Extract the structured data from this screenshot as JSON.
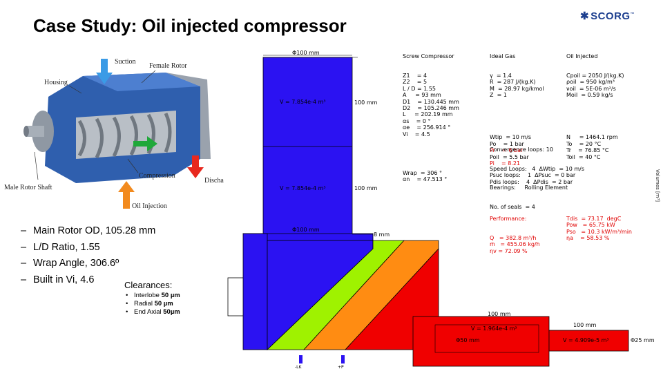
{
  "title": "Case Study: Oil injected compressor",
  "logo": {
    "text": "SCORG",
    "tm": "™"
  },
  "bullets": [
    "Main Rotor OD, 105.28 mm",
    "L/D Ratio, 1.55",
    "Wrap Angle, 306.6º",
    "Built in Vi, 4.6"
  ],
  "clearances": {
    "title": "Clearances:",
    "items": [
      {
        "label": "Interlobe ",
        "value": "50 µm"
      },
      {
        "label": "Radial    ",
        "value": "50 µm"
      },
      {
        "label": "End Axial ",
        "value": "50µm"
      }
    ]
  },
  "cad_labels": {
    "suction": "Suction",
    "female_rotor": "Female Rotor",
    "housing": "Housing",
    "compression": "Compression",
    "discharge": "Discha",
    "male_shaft": "Male Rotor Shaft",
    "oil_injection": "Oil Injection"
  },
  "diagram": {
    "dia_top": "Φ100 mm",
    "vol1": "V = 7.854e-4 m³",
    "len1": "100 mm",
    "vol2": "V = 7.854e-4 m³",
    "len2": "100 mm",
    "dia_mid": "Φ100 mm",
    "gap": "8 mm",
    "len_outlet1": "100 mm",
    "vol_outlet1": "V = 1.964e-4 m³",
    "dia_outlet1": "Φ50 mm",
    "len_outlet2": "100 mm",
    "vol_outlet2": "V = 4.909e-5 m³",
    "dia_outlet2": "Φ25 mm",
    "probe1": "-LK",
    "probe2": "+P"
  },
  "colors": {
    "blue": "#2b12f2",
    "green": "#9ff200",
    "orange": "#ff8c12",
    "red": "#f00000",
    "arrow_suction": "#3a9be6",
    "arrow_discharge": "#e8281e",
    "arrow_compression": "#1fa83a",
    "arrow_oil": "#f28a1e"
  },
  "screw": {
    "head": "Screw Compressor",
    "rows": [
      [
        "Z1",
        "= 4"
      ],
      [
        "Z2",
        "= 5"
      ],
      [
        "L / D",
        "= 1.55"
      ],
      [
        "A",
        "= 93 mm"
      ],
      [
        "D1",
        "= 130.445 mm"
      ],
      [
        "D2",
        "= 105.246 mm"
      ],
      [
        "L",
        "= 202.19 mm"
      ],
      [
        "αs",
        "= 0 °"
      ],
      [
        "αe",
        "= 256.914 °"
      ],
      [
        "Vi",
        "= 4.5"
      ]
    ],
    "wrap_rows": [
      [
        "Wrap",
        "= 306 °"
      ],
      [
        "αn",
        "= 47.513 °"
      ]
    ]
  },
  "ideal_gas": {
    "head": "Ideal Gas",
    "rows": [
      [
        "γ",
        "= 1.4"
      ],
      [
        "R",
        "= 287 J/(kg.K)"
      ],
      [
        "M",
        "= 28.97 kg/kmol"
      ],
      [
        "Z",
        "= 1"
      ]
    ],
    "rows2": [
      [
        "Wtip",
        "= 10 m/s"
      ],
      [
        "Po",
        "= 1 bar"
      ],
      [
        "Pr",
        "= 6 bar"
      ],
      [
        "Poil",
        "= 5.5 bar"
      ],
      [
        "Pi",
        "= 8.21"
      ]
    ]
  },
  "oil": {
    "head": "Oil Injected",
    "rows": [
      [
        "Cpoil",
        "= 2050 J/(kg.K)"
      ],
      [
        "ρoil",
        "= 950 kg/m³"
      ],
      [
        "νoil",
        "= 5E-06 m²/s"
      ],
      [
        "Moil",
        "= 0.59 kg/s"
      ]
    ],
    "rows2": [
      [
        "N",
        "= 1464.1 rpm"
      ],
      [
        "To",
        "= 20 °C"
      ],
      [
        "Tr",
        "= 76.85 °C"
      ],
      [
        "Toil",
        "= 40 °C"
      ]
    ]
  },
  "convergence": {
    "head": "Convergence loops: 10",
    "rows": [
      [
        "Speed Loops:",
        "4",
        "ΔWtip",
        "= 10 m/s"
      ],
      [
        "Psuc loops:",
        "1",
        "ΔPsuc",
        "= 0 bar"
      ],
      [
        "Pdis loops:",
        "4",
        "ΔPdis",
        "= 2 bar"
      ]
    ]
  },
  "bearings": {
    "line1": "Bearings:     Rolling Element",
    "line2": "No. of seals  = 4"
  },
  "performance": {
    "head": "Performance:",
    "rows": [
      "Q   = 382.8 m³/h",
      "ṁ   = 455.06 kg/h",
      "ηv = 72.09 %"
    ],
    "rows2": [
      [
        "Tdis",
        "= 73.17  degC"
      ],
      [
        "Pow",
        "= 65.75 kW"
      ],
      [
        "Pso",
        "= 10.3 kW/m³/min"
      ],
      [
        "ηa",
        "= 58.53 %"
      ]
    ]
  },
  "side_label": "Volumes [m³]"
}
